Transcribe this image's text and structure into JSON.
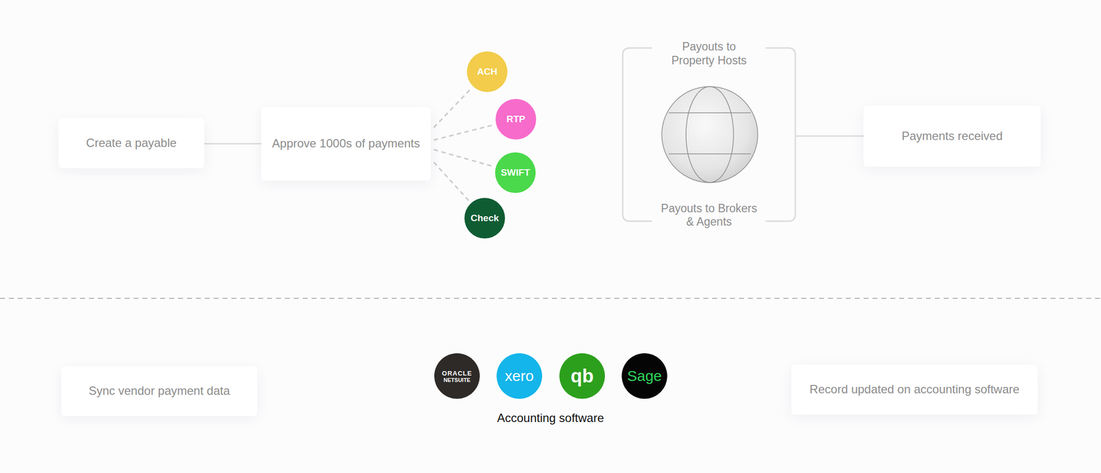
{
  "diagram": {
    "nodes": [
      {
        "text": [
          "Create a payable"
        ]
      },
      {
        "text": [
          "Approve 1000s of payments"
        ]
      },
      {
        "text": [
          "ACH"
        ]
      },
      {
        "text": [
          "RTP"
        ]
      },
      {
        "text": [
          "SWIFT"
        ]
      },
      {
        "text": [
          "Check"
        ]
      },
      {
        "text": [
          "Payouts to Property Hosts",
          "Payouts to Brokers & Agents"
        ]
      },
      {
        "text": [
          "Payments received"
        ]
      },
      {
        "text": [
          "Sync vendor payment data"
        ]
      },
      {
        "text": [
          "ORACLE",
          "NETSUITE"
        ]
      },
      {
        "text": [
          "xero"
        ]
      },
      {
        "text": [
          "qb"
        ]
      },
      {
        "text": [
          "Sage"
        ]
      },
      {
        "text": [
          "Record updated on accounting software"
        ]
      }
    ],
    "edges": [
      {
        "from": 0,
        "to": 1,
        "arrow": "none"
      },
      {
        "from": 1,
        "to": 2,
        "arrow": "none"
      },
      {
        "from": 1,
        "to": 3,
        "arrow": "none"
      },
      {
        "from": 1,
        "to": 4,
        "arrow": "none"
      },
      {
        "from": 1,
        "to": 5,
        "arrow": "none"
      },
      {
        "from": 6,
        "to": 7,
        "arrow": "none"
      }
    ],
    "labels": [
      "Accounting software"
    ]
  }
}
